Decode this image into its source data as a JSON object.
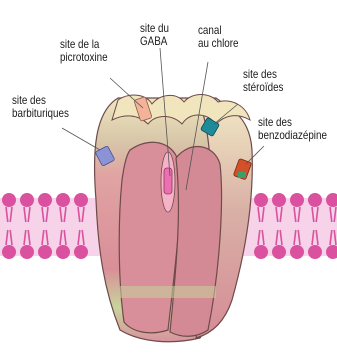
{
  "colors": {
    "membrane_head": "#d9519f",
    "membrane_tail": "#e98fc4",
    "membrane_bg": "#f6d3e8",
    "receptor_fill": "#dc9ca0",
    "receptor_top": "#eee2b8",
    "receptor_band_green": "#c7d6a0",
    "barbiturate_site": "#8b93d6",
    "picrotoxin_site": "#f3b29a",
    "gaba_site": "#ec6fb0",
    "steroid_site": "#1f8a9a",
    "benzodiazepine_site": "#d2502a"
  },
  "labels": {
    "barbiturate": {
      "line1": "site des",
      "line2": "barbituriques"
    },
    "picrotoxin": {
      "line1": "site de la",
      "line2": "picrotoxine"
    },
    "gaba": {
      "line1": "site du",
      "line2": "GABA"
    },
    "chloride": {
      "line1": "canal",
      "line2": "au chlore"
    },
    "steroid": {
      "line1": "site des",
      "line2": "stéroïdes"
    },
    "benzodiazepine": {
      "line1": "site des",
      "line2": "benzodiazépine"
    }
  }
}
